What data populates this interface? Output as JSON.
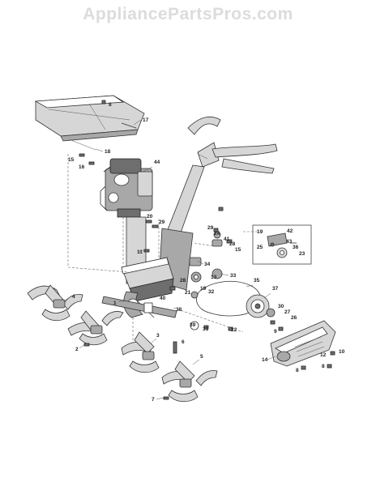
{
  "watermark": "AppliancePartsPros.com",
  "callouts": [
    {
      "id": "c8",
      "label": "8"
    },
    {
      "id": "c17",
      "label": "17"
    },
    {
      "id": "c18",
      "label": "18"
    },
    {
      "id": "c15a",
      "label": "15"
    },
    {
      "id": "c16",
      "label": "16"
    },
    {
      "id": "c44",
      "label": "44"
    },
    {
      "id": "c20",
      "label": "20"
    },
    {
      "id": "c29a",
      "label": "29"
    },
    {
      "id": "c29b",
      "label": "29"
    },
    {
      "id": "c24",
      "label": "24"
    },
    {
      "id": "c41",
      "label": "41"
    },
    {
      "id": "c28a",
      "label": "28"
    },
    {
      "id": "c15b",
      "label": "15"
    },
    {
      "id": "c11",
      "label": "11"
    },
    {
      "id": "c34",
      "label": "34"
    },
    {
      "id": "c33",
      "label": "33"
    },
    {
      "id": "c13",
      "label": "13"
    },
    {
      "id": "c28b",
      "label": "28"
    },
    {
      "id": "c40",
      "label": "40"
    },
    {
      "id": "c21",
      "label": "21"
    },
    {
      "id": "c19a",
      "label": "19"
    },
    {
      "id": "c32",
      "label": "32"
    },
    {
      "id": "c35",
      "label": "35"
    },
    {
      "id": "c37",
      "label": "37"
    },
    {
      "id": "c38",
      "label": "38"
    },
    {
      "id": "c30",
      "label": "30"
    },
    {
      "id": "c27",
      "label": "27"
    },
    {
      "id": "c26",
      "label": "26"
    },
    {
      "id": "c9",
      "label": "9"
    },
    {
      "id": "c39",
      "label": "39"
    },
    {
      "id": "c31",
      "label": "31"
    },
    {
      "id": "c22",
      "label": "22"
    },
    {
      "id": "c4",
      "label": "4"
    },
    {
      "id": "c1",
      "label": "1"
    },
    {
      "id": "c2",
      "label": "2"
    },
    {
      "id": "c3",
      "label": "3"
    },
    {
      "id": "c6",
      "label": "6"
    },
    {
      "id": "c5",
      "label": "5"
    },
    {
      "id": "c7",
      "label": "7"
    },
    {
      "id": "c14",
      "label": "14"
    },
    {
      "id": "c12",
      "label": "12"
    },
    {
      "id": "c10",
      "label": "10"
    },
    {
      "id": "c8b",
      "label": "8"
    },
    {
      "id": "c8c",
      "label": "8"
    },
    {
      "id": "c19b",
      "label": "19"
    },
    {
      "id": "c42",
      "label": "42"
    },
    {
      "id": "c25",
      "label": "25"
    },
    {
      "id": "c43",
      "label": "43"
    },
    {
      "id": "c36",
      "label": "36"
    },
    {
      "id": "c23",
      "label": "23"
    }
  ]
}
